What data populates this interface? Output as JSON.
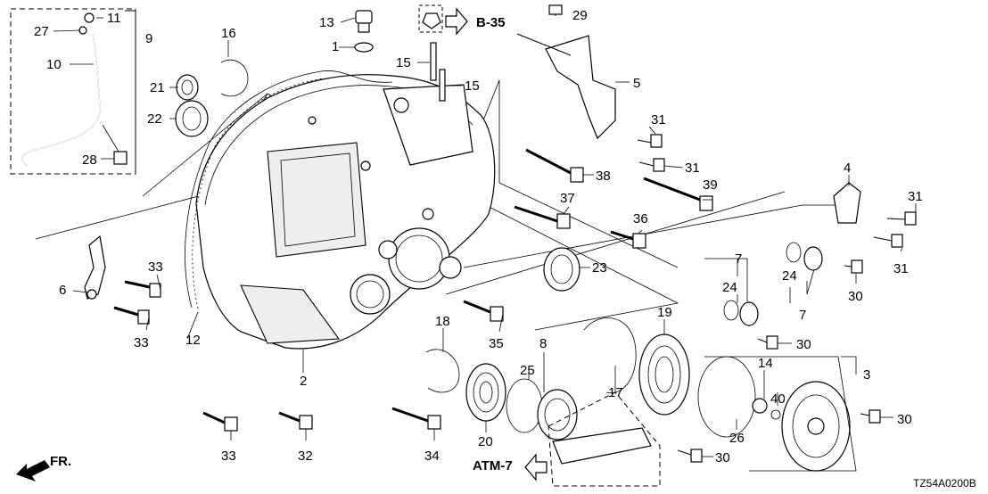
{
  "diagram": {
    "code": "TZ54A0200B",
    "labels": [
      {
        "id": "1",
        "text": "1"
      },
      {
        "id": "2",
        "text": "2"
      },
      {
        "id": "3",
        "text": "3"
      },
      {
        "id": "4",
        "text": "4"
      },
      {
        "id": "5",
        "text": "5"
      },
      {
        "id": "6",
        "text": "6"
      },
      {
        "id": "7a",
        "text": "7"
      },
      {
        "id": "7b",
        "text": "7"
      },
      {
        "id": "8",
        "text": "8"
      },
      {
        "id": "9",
        "text": "9"
      },
      {
        "id": "10",
        "text": "10"
      },
      {
        "id": "11",
        "text": "11"
      },
      {
        "id": "12",
        "text": "12"
      },
      {
        "id": "13",
        "text": "13"
      },
      {
        "id": "14",
        "text": "14"
      },
      {
        "id": "15a",
        "text": "15"
      },
      {
        "id": "15b",
        "text": "15"
      },
      {
        "id": "16",
        "text": "16"
      },
      {
        "id": "17",
        "text": "17"
      },
      {
        "id": "18",
        "text": "18"
      },
      {
        "id": "19",
        "text": "19"
      },
      {
        "id": "20",
        "text": "20"
      },
      {
        "id": "21",
        "text": "21"
      },
      {
        "id": "22",
        "text": "22"
      },
      {
        "id": "23",
        "text": "23"
      },
      {
        "id": "24a",
        "text": "24"
      },
      {
        "id": "24b",
        "text": "24"
      },
      {
        "id": "25",
        "text": "25"
      },
      {
        "id": "26",
        "text": "26"
      },
      {
        "id": "27",
        "text": "27"
      },
      {
        "id": "28",
        "text": "28"
      },
      {
        "id": "29",
        "text": "29"
      },
      {
        "id": "30a",
        "text": "30"
      },
      {
        "id": "30b",
        "text": "30"
      },
      {
        "id": "30c",
        "text": "30"
      },
      {
        "id": "30d",
        "text": "30"
      },
      {
        "id": "31a",
        "text": "31"
      },
      {
        "id": "31b",
        "text": "31"
      },
      {
        "id": "31c",
        "text": "31"
      },
      {
        "id": "31d",
        "text": "31"
      },
      {
        "id": "32",
        "text": "32"
      },
      {
        "id": "33a",
        "text": "33"
      },
      {
        "id": "33b",
        "text": "33"
      },
      {
        "id": "33c",
        "text": "33"
      },
      {
        "id": "34",
        "text": "34"
      },
      {
        "id": "35",
        "text": "35"
      },
      {
        "id": "36",
        "text": "36"
      },
      {
        "id": "37",
        "text": "37"
      },
      {
        "id": "38",
        "text": "38"
      },
      {
        "id": "39",
        "text": "39"
      },
      {
        "id": "40",
        "text": "40"
      }
    ],
    "refs": {
      "b35": "B-35",
      "atm7": "ATM-7",
      "fr": "FR."
    }
  }
}
